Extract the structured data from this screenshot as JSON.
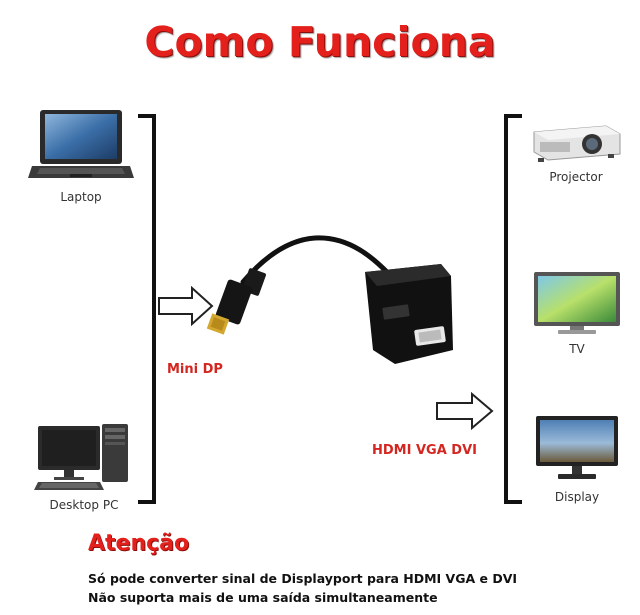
{
  "title": "Como Funciona",
  "sources": {
    "laptop": "Laptop",
    "desktop": "Desktop PC"
  },
  "outputs": {
    "projector": "Projector",
    "tv": "TV",
    "display": "Display"
  },
  "input_label": "Mini DP",
  "output_label": "HDMI VGA DVI",
  "attention": {
    "heading": "Atenção",
    "line1": "Só pode converter sinal de Displayport para HDMI VGA e DVI",
    "line2": "Não suporta mais de uma saída simultaneamente"
  },
  "colors": {
    "accent": "#e3201c",
    "label_red": "#d42620"
  }
}
